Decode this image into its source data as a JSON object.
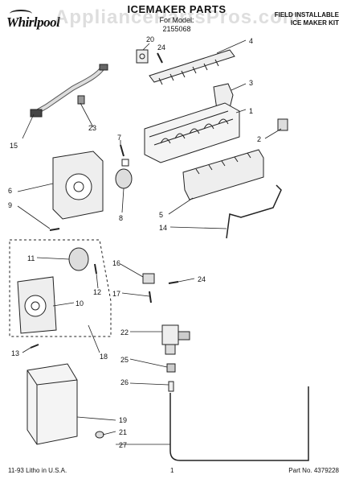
{
  "header": {
    "brand": "Whirlpool",
    "title": "ICEMAKER PARTS",
    "subtitle_line1": "For Model:",
    "subtitle_line2": "2155068",
    "kit_line1": "FIELD INSTALLABLE",
    "kit_line2": "ICE MAKER KIT",
    "watermark": "AppliancePartsPros.com"
  },
  "callouts": [
    "1",
    "2",
    "3",
    "4",
    "5",
    "6",
    "7",
    "8",
    "9",
    "10",
    "11",
    "12",
    "13",
    "14",
    "15",
    "16",
    "17",
    "18",
    "19",
    "20",
    "21",
    "22",
    "23",
    "24",
    "24",
    "25",
    "26",
    "27"
  ],
  "footer": {
    "litho": "11-93 Litho in U.S.A.",
    "page": "1",
    "part_no": "Part No. 4379228"
  }
}
